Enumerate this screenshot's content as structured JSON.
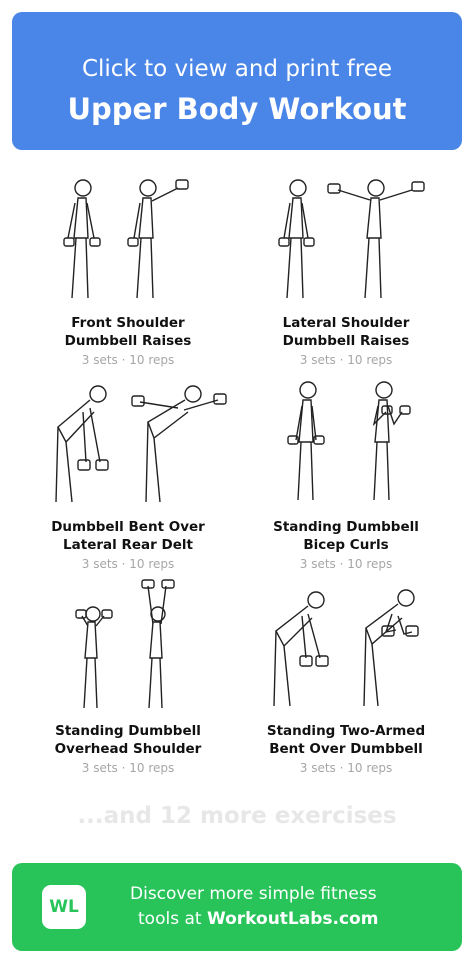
{
  "header": {
    "subtitle": "Click to view and print free",
    "title": "Upper Body Workout"
  },
  "exercises": [
    {
      "name_line1": "Front Shoulder",
      "name_line2": "Dumbbell Raises",
      "meta": "3 sets · 10 reps"
    },
    {
      "name_line1": "Lateral Shoulder",
      "name_line2": "Dumbbell Raises",
      "meta": "3 sets · 10 reps"
    },
    {
      "name_line1": "Dumbbell Bent Over",
      "name_line2": "Lateral Rear Delt",
      "meta": "3 sets · 10 reps"
    },
    {
      "name_line1": "Standing Dumbbell",
      "name_line2": "Bicep Curls",
      "meta": "3 sets · 10 reps"
    },
    {
      "name_line1": "Standing Dumbbell",
      "name_line2": "Overhead Shoulder",
      "meta": "3 sets · 10 reps"
    },
    {
      "name_line1": "Standing Two-Armed",
      "name_line2": "Bent Over Dumbbell",
      "meta": "3 sets · 10 reps"
    }
  ],
  "more_text": "...and 12 more exercises",
  "footer": {
    "logo": "WL",
    "line1": "Discover more simple fitness",
    "line2_prefix": "tools at ",
    "line2_site": "WorkoutLabs.com"
  },
  "colors": {
    "header_bg": "#4a86e8",
    "footer_bg": "#28c45a",
    "more_text": "#e7e7e7",
    "meta_text": "#a6a6a6"
  }
}
